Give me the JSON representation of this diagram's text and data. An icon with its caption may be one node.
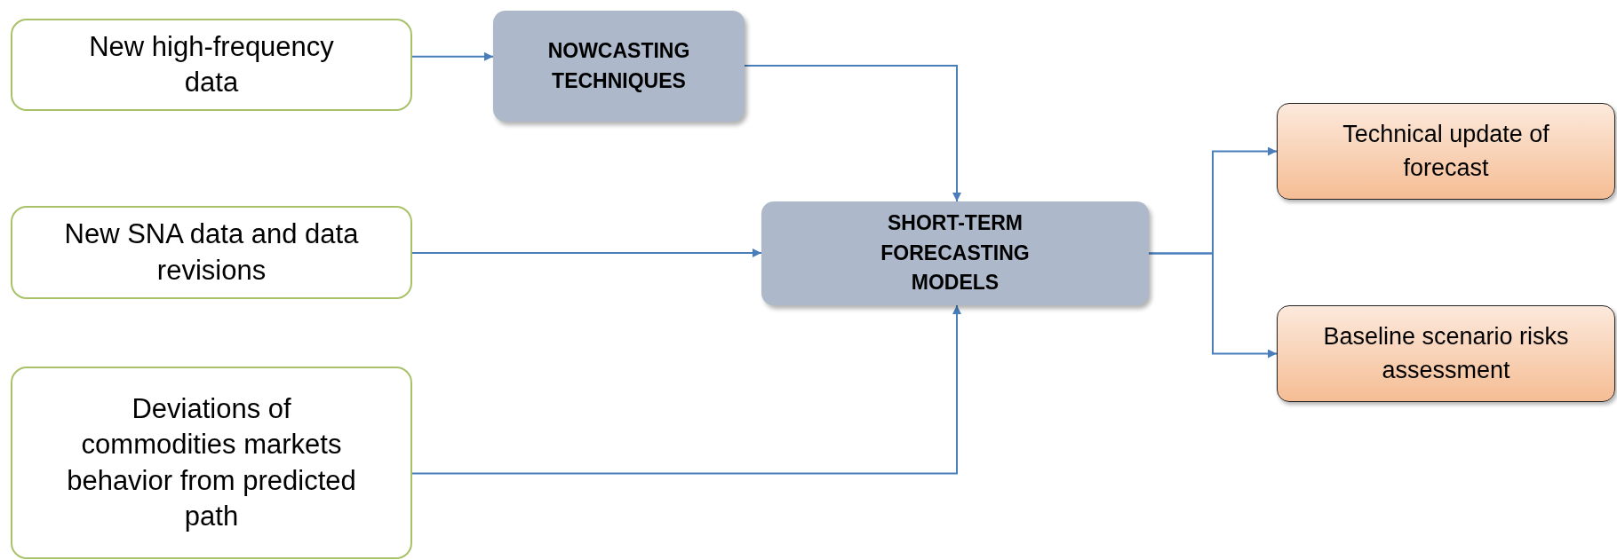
{
  "diagram": {
    "nodes": [
      {
        "text": [
          "New high-frequency data"
        ]
      },
      {
        "text": [
          "NOWCASTING TECHNIQUES"
        ]
      },
      {
        "text": [
          "New SNA data and data revisions"
        ]
      },
      {
        "text": [
          "Deviations of commodities markets behavior from predicted path"
        ]
      },
      {
        "text": [
          "SHORT-TERM FORECASTING MODELS"
        ]
      },
      {
        "text": [
          "Technical update of forecast"
        ]
      },
      {
        "text": [
          "Baseline scenario risks assessment"
        ]
      }
    ],
    "edges": [
      {
        "from": 0,
        "to": 1,
        "arrow": "to"
      },
      {
        "from": 1,
        "to": 4,
        "arrow": "to"
      },
      {
        "from": 2,
        "to": 4,
        "arrow": "to"
      },
      {
        "from": 3,
        "to": 4,
        "arrow": "to"
      },
      {
        "from": 4,
        "to": 5,
        "arrow": "to"
      },
      {
        "from": 4,
        "to": 6,
        "arrow": "to"
      }
    ]
  }
}
